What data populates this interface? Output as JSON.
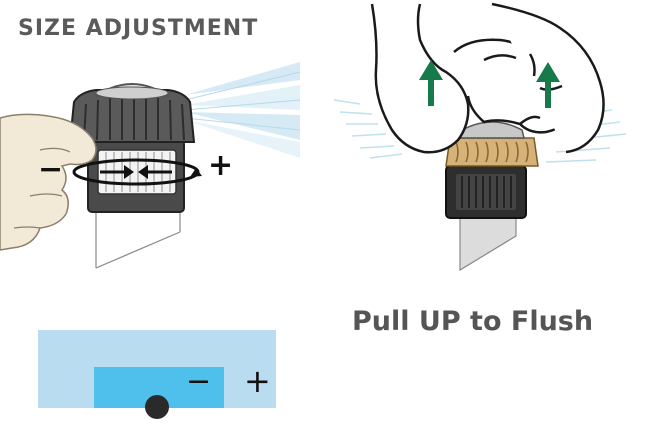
{
  "left_panel": {
    "title": "SIZE ADJUSTMENT",
    "minus_label": "−",
    "plus_label": "+"
  },
  "right_panel": {
    "caption": "Pull UP to Flush"
  },
  "slider": {
    "minus_label": "−",
    "plus_label": "+",
    "knob_position": 0.0,
    "colors": {
      "track_background": "#b9dcf0",
      "fill": "#4fc0ec",
      "knob": "#2a2a2a"
    }
  },
  "colors": {
    "arrow_green": "#177a4b",
    "spray": "#cfe6f2",
    "nozzle_dark": "#333333",
    "ring_gold": "#c9a15f"
  }
}
